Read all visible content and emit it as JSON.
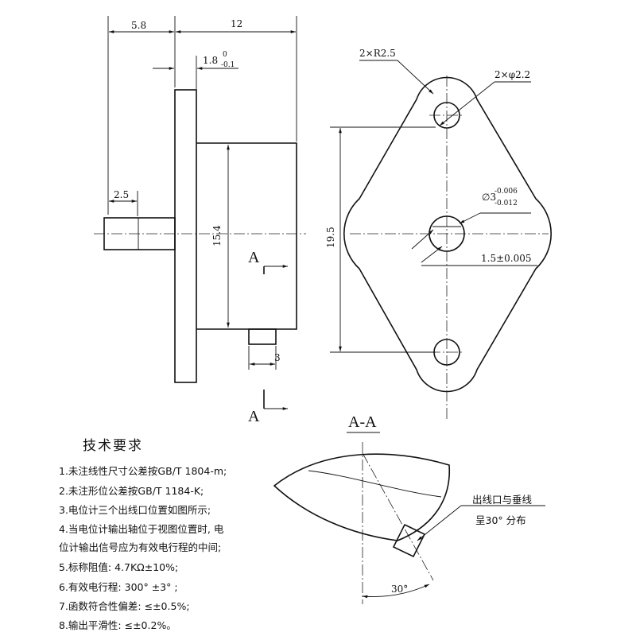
{
  "side_view": {
    "dim_top_left": "5.8",
    "dim_top_right": "12",
    "dim_flange_main": "1.8",
    "dim_flange_upper": "0",
    "dim_flange_lower": "-0.1",
    "dim_shaft": "2.5",
    "dim_body_height": "15.4",
    "dim_terminal": "3",
    "section_marker": "A"
  },
  "front_view": {
    "radius_note": "2×R2.5",
    "hole_note": "2×φ2.2",
    "bore_main": "∅3",
    "bore_upper": "-0.006",
    "bore_lower": "-0.012",
    "flat_note": "1.5±0.005",
    "height_dim": "19.5"
  },
  "section_view": {
    "title": "A-A",
    "note_line1": "出线口与垂线",
    "note_line2": "呈30° 分布",
    "angle": "30°"
  },
  "requirements": {
    "heading": "技术要求",
    "items": [
      "1.未注线性尺寸公差按GB/T 1804-m;",
      "2.未注形位公差按GB/T 1184-K;",
      "3.电位计三个出线口位置如图所示;",
      "4.当电位计输出轴位于视图位置时, 电",
      "位计输出信号应为有效电行程的中间;",
      "5.标称阻值: 4.7KΩ±10%;",
      "6.有效电行程: 300° ±3° ;",
      "7.函数符合性偏差: ≤±0.5%;",
      "8.输出平滑性: ≤±0.2%。"
    ]
  }
}
